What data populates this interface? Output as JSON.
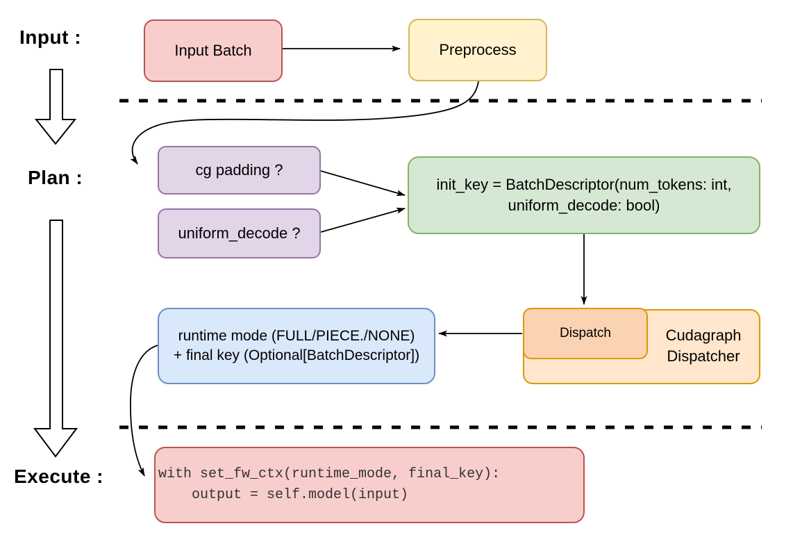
{
  "diagram": {
    "stages": {
      "input": {
        "label": "Input :"
      },
      "plan": {
        "label": "Plan :"
      },
      "execute": {
        "label": "Execute :"
      }
    },
    "nodes": {
      "input_batch": {
        "label": "Input Batch"
      },
      "preprocess": {
        "label": "Preprocess"
      },
      "cg_padding": {
        "label": "cg padding ?"
      },
      "uniform_decode": {
        "label": "uniform_decode ?"
      },
      "init_key": {
        "line1": "init_key = BatchDescriptor(num_tokens: int,",
        "line2": "uniform_decode: bool)"
      },
      "dispatch": {
        "label": "Dispatch"
      },
      "cudagraph_dispatcher": {
        "line1": "Cudagraph",
        "line2": "Dispatcher"
      },
      "runtime_result": {
        "line1": "runtime mode (FULL/PIECE./NONE)",
        "line2": "+ final key (Optional[BatchDescriptor])"
      },
      "execute_code": {
        "line1": "with set_fw_ctx(runtime_mode, final_key):",
        "line2": "    output = self.model(input)"
      }
    },
    "colors": {
      "red_fill": "#f8cecc",
      "red_stroke": "#b85450",
      "yellow_fill": "#fff2cc",
      "yellow_stroke": "#d6b656",
      "purple_fill": "#e1d5e7",
      "purple_stroke": "#9673a6",
      "green_fill": "#d5e8d4",
      "green_stroke": "#82b366",
      "orange_fill": "#ffe6cc",
      "orange_inner_fill": "#fbd2b2",
      "orange_stroke": "#d79b00",
      "blue_fill": "#dae8fc",
      "blue_stroke": "#6c8ebf",
      "line": "#000000",
      "background": "#ffffff"
    }
  }
}
